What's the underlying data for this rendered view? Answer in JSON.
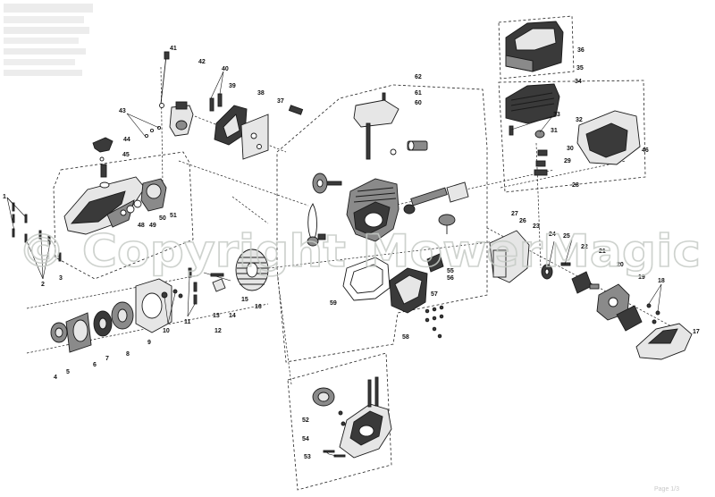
{
  "watermark": "© Copyright MowerMagic",
  "corner_mark": "Page 1/3",
  "colors": {
    "line": "#1a1a1a",
    "watermark": "#c6cbc6",
    "background": "#ffffff"
  },
  "part_numbers": [
    "1",
    "2",
    "3",
    "4",
    "5",
    "6",
    "7",
    "8",
    "9",
    "10",
    "11",
    "12",
    "13",
    "14",
    "15",
    "16",
    "17",
    "18",
    "19",
    "20",
    "21",
    "22",
    "23",
    "24",
    "25",
    "26",
    "27",
    "28",
    "29",
    "30",
    "31",
    "32",
    "33",
    "34",
    "35",
    "36",
    "37",
    "38",
    "39",
    "40",
    "41",
    "42",
    "43",
    "44",
    "45",
    "46",
    "48",
    "49",
    "50",
    "51",
    "52",
    "53",
    "54",
    "55",
    "56",
    "57",
    "58",
    "59",
    "60",
    "61",
    "62"
  ]
}
